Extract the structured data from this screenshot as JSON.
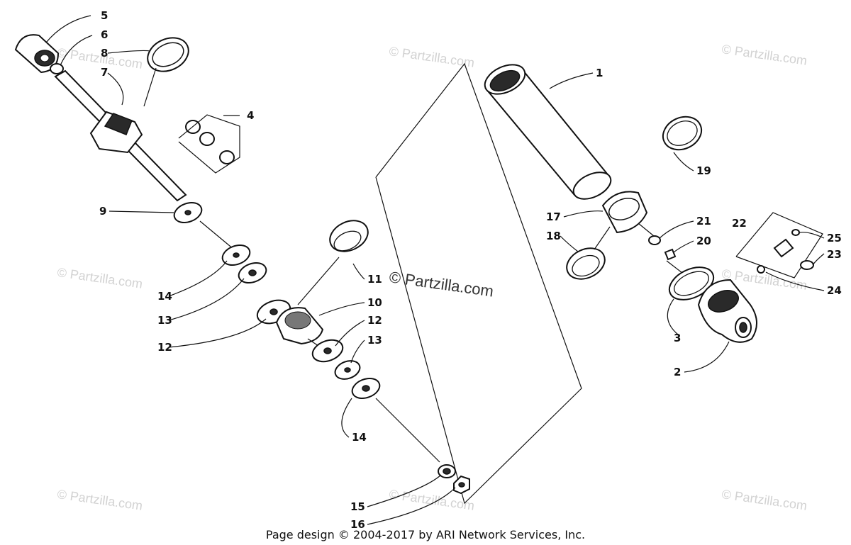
{
  "callouts": {
    "c1": "1",
    "c2": "2",
    "c3": "3",
    "c4": "4",
    "c5": "5",
    "c6": "6",
    "c7": "7",
    "c8": "8",
    "c9": "9",
    "c10": "10",
    "c11": "11",
    "c12a": "12",
    "c12b": "12",
    "c13a": "13",
    "c13b": "13",
    "c14a": "14",
    "c14b": "14",
    "c15": "15",
    "c16": "16",
    "c17": "17",
    "c18": "18",
    "c19": "19",
    "c20": "20",
    "c21": "21",
    "c22": "22",
    "c23": "23",
    "c24": "24",
    "c25": "25"
  },
  "watermark": {
    "text": "© Partzilla.com",
    "center_text": "© Partzilla.com"
  },
  "footer": {
    "text": "Page design © 2004-2017 by ARI Network Services, Inc."
  }
}
